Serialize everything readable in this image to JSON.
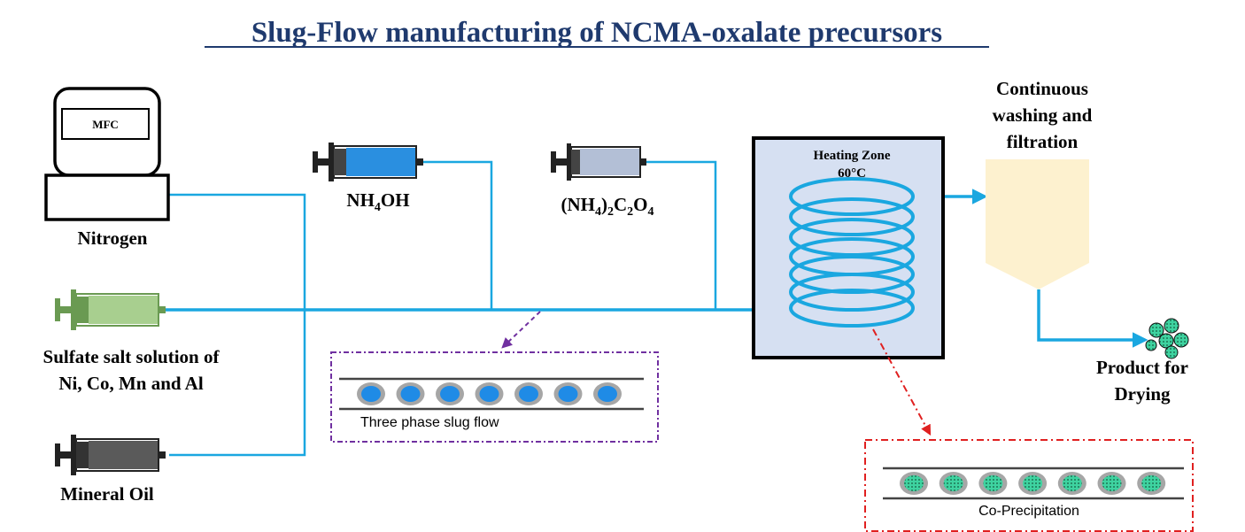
{
  "title": "Slug-Flow manufacturing of NCMA-oxalate precursors",
  "inputs": {
    "nitrogen": {
      "label": "Nitrogen",
      "mfc_label": "MFC"
    },
    "sulfate": {
      "label_line1": "Sulfate salt solution of",
      "label_line2": "Ni, Co, Mn and Al"
    },
    "mineral_oil": {
      "label": "Mineral Oil"
    },
    "nh4oh": {
      "label_a": "NH",
      "label_sub": "4",
      "label_b": "OH"
    },
    "oxalate": {
      "p1": "(NH",
      "s1": "4",
      "p2": ")",
      "s2": "2",
      "p3": "C",
      "s3": "2",
      "p4": "O",
      "s4": "4"
    }
  },
  "heating_zone": {
    "label": "Heating Zone",
    "temperature": "60°C"
  },
  "washing": {
    "line1": "Continuous",
    "line2": "washing and",
    "line3": "filtration"
  },
  "product": {
    "line1": "Product for",
    "line2": "Drying"
  },
  "insets": {
    "slug_flow": {
      "caption": "Three phase slug flow",
      "slug_count": 7
    },
    "coprecipitation": {
      "caption": "Co-Precipitation",
      "slug_count": 7
    }
  },
  "colors": {
    "title": "#1f3a6e",
    "tube": "#1aa7e0",
    "heating_fill": "#d6e0f2",
    "washing_fill": "#fdf1cf",
    "nh4oh_syringe": "#2a8fe0",
    "oxalate_syringe": "#b3bfd6",
    "sulfate_syringe": "#7fb065",
    "oil_syringe": "#5a5a5a",
    "slug_blue": "#1f8be6",
    "slug_green": "#3ed3a0",
    "purple_dash": "#7030a0",
    "red_dash": "#e02020"
  },
  "icons": [
    "syringe-icon",
    "mfc-monitor-icon",
    "heating-coil-icon",
    "filter-funnel-icon",
    "product-particles-icon"
  ]
}
